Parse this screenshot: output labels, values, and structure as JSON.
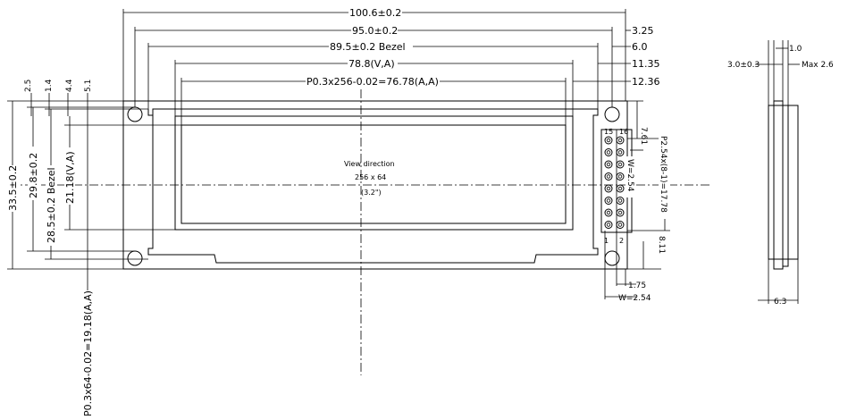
{
  "dims": {
    "overall_width": "100.6±0.2",
    "hole_pitch": "95.0±0.2",
    "bezel_width": "89.5±0.2 Bezel",
    "va_width": "78.8(V,A)",
    "aa_width": "P0.3x256-0.02=76.78(A,A)",
    "r_3_25": "3.25",
    "r_6_0": "6.0",
    "r_11_35": "11.35",
    "r_12_36": "12.36",
    "l_2_5": "2.5",
    "l_1_4": "1.4",
    "l_4_4": "4.4",
    "l_5_1": "5.1",
    "overall_height": "33.5±0.2",
    "hole_height": "29.8±0.2",
    "bezel_height": "28.5±0.2 Bezel",
    "va_height": "21.18(V,A)",
    "aa_height": "P0.3x64-0.02=19.18(A,A)",
    "pin_top": "7.61",
    "pin_pitch_col": "W=2.54",
    "pin_pitch_row": "P2.54x(8-1)=17.78",
    "pin_bottom": "8.11",
    "pin_edge": "1.75",
    "pin_width": "W=2.54"
  },
  "display": {
    "view_direction": "View direction",
    "resolution": "256 x 64",
    "diagonal": "(3.2\")"
  },
  "pins": {
    "p15": "15",
    "p16": "16",
    "p1": "1",
    "p2": "2"
  },
  "side": {
    "r_1_0": "1.0",
    "thickness": "3.0±0.3",
    "max": "Max 2.6",
    "depth": "6.3"
  }
}
